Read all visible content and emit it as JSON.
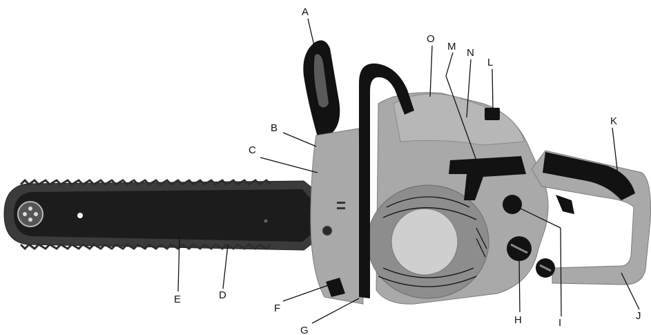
{
  "labels": {
    "A": "A",
    "B": "B",
    "C": "C",
    "D": "D",
    "E": "E",
    "F": "F",
    "G": "G",
    "H": "H",
    "I": "I",
    "J": "J",
    "K": "K",
    "L": "L",
    "M": "M",
    "N": "N",
    "O": "O"
  },
  "colors": {
    "body": "#a9a9a9",
    "body_dark": "#8d8d8d",
    "bar": "#1c1c1c",
    "black": "#121212",
    "chain": "#3b3b3b",
    "light": "#cfcfcf"
  }
}
